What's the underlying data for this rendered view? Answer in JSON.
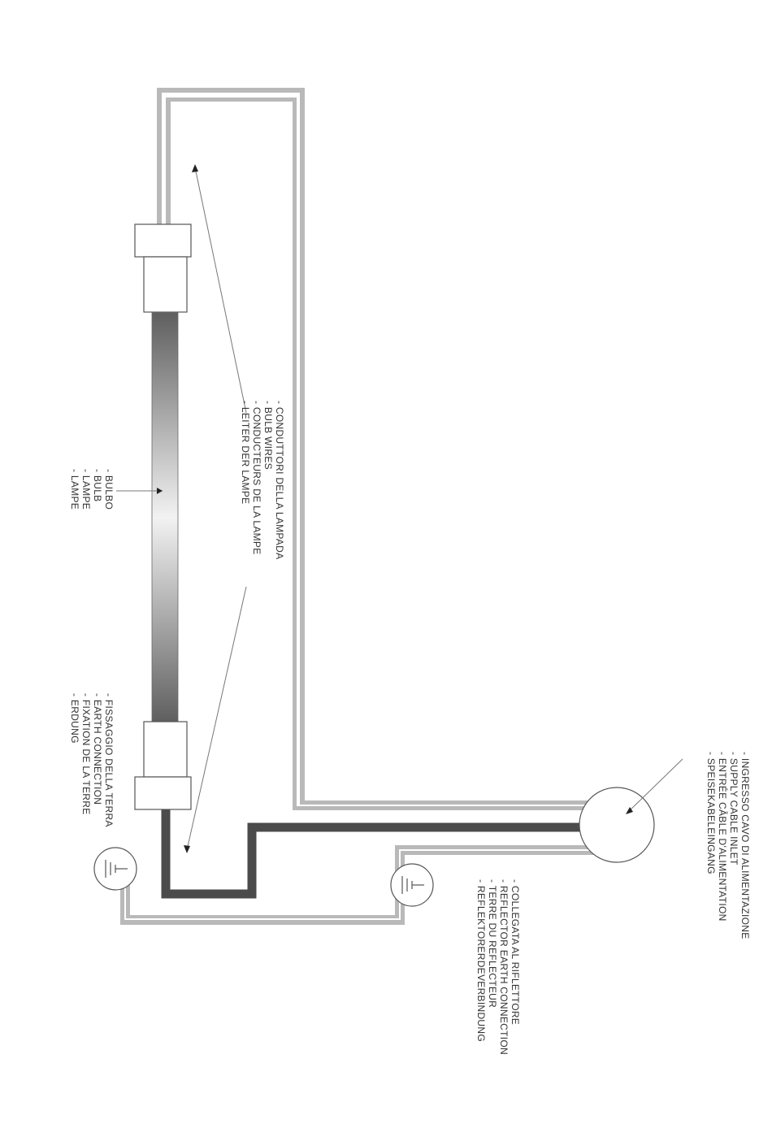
{
  "labels": {
    "bulb": [
      "- BULBO",
      "- BULB",
      "- LAMPE",
      "- LAMPE"
    ],
    "bulb_wires": [
      "- CONDUTTORI DELLA LAMPADA",
      "- BULB WIRES",
      "- CONDUCTEURS DE LA LAMPE",
      "- LEITER DER LAMPE"
    ],
    "earth_connection": [
      "- FISSAGGIO DELLA TERRA",
      "- EARTH CONNECTION",
      "- FIXATION DE LA TERRE",
      "- ERDUNG"
    ],
    "supply_cable_inlet": [
      "- INGRESSO CAVO DI ALIMENTAZIONE",
      "- SUPPLY CABLE INLET",
      "- ENTRÉE CÂBLE D'ALIMENTATION",
      "- SPEISEKABELEINGANG"
    ],
    "reflector_earth": [
      "- COLLEGATA AL RIFLETTORE",
      "- REFLECTOR EARTH CONNECTION",
      "- TERRE DU REFLECTEUR",
      "- REFLEKTORERDEVERBINDUNG"
    ]
  },
  "colors": {
    "wire_casing": "#b9b9b9",
    "dark_wire": "#4b4b4b",
    "bulb_dark": "#5e5e5e",
    "bulb_light": "#f2f2f2",
    "text": "#333333"
  },
  "icons": {
    "earth_symbol": "earth-ground-icon",
    "arrowhead": "arrowhead-icon"
  }
}
